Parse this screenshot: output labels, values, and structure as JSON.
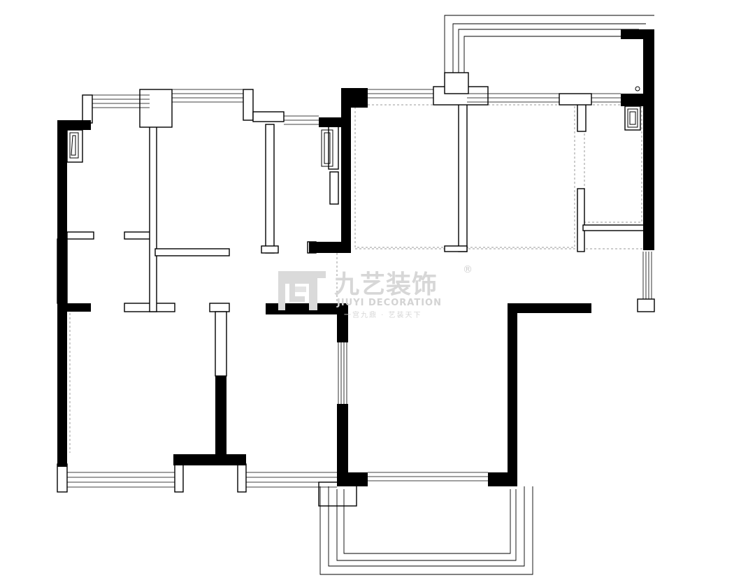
{
  "colors": {
    "wall": "#000000",
    "line": "#000000",
    "background": "#ffffff",
    "dashed_outline": "#9a9a9a",
    "watermark": "#d5d5d5"
  },
  "watermark": {
    "brand_cn": "九艺装饰",
    "brand_en": "JIUYI DECORATION",
    "registered": "®",
    "slogan": "一宫九鼎 · 艺装天下"
  },
  "rooms": [
    {
      "id": "bedroom-northwest"
    },
    {
      "id": "bedroom-north-middle"
    },
    {
      "id": "bathroom-north"
    },
    {
      "id": "bedroom-north-east"
    },
    {
      "id": "kitchen"
    },
    {
      "id": "storage-room"
    },
    {
      "id": "corridor"
    },
    {
      "id": "bedroom-southwest"
    },
    {
      "id": "study-south"
    },
    {
      "id": "living-room"
    },
    {
      "id": "balcony-south"
    },
    {
      "id": "balcony-north"
    }
  ]
}
